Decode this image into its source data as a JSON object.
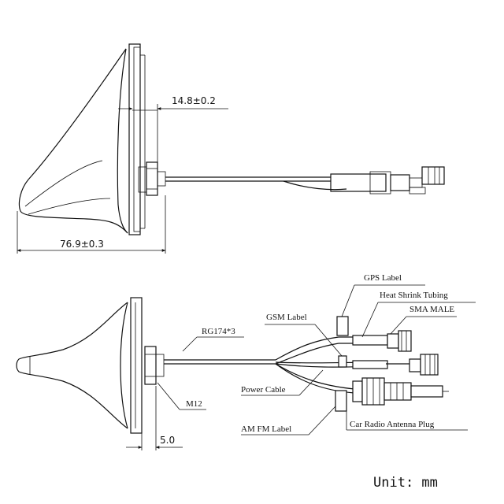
{
  "dimensions": {
    "width_top": "14.8±0.2",
    "length_top": "76.9±0.3",
    "offset_bottom": "5.0"
  },
  "labels": {
    "gps_label": "GPS Label",
    "heat_shrink": "Heat Shrink Tubing",
    "sma_male": "SMA MALE",
    "gsm_label": "GSM Label",
    "rg174": "RG174*3",
    "power_cable": "Power Cable",
    "m12": "M12",
    "amfm_label": "AM FM Label",
    "car_radio_plug": "Car Radio Antenna Plug"
  },
  "unit": "Unit: mm"
}
